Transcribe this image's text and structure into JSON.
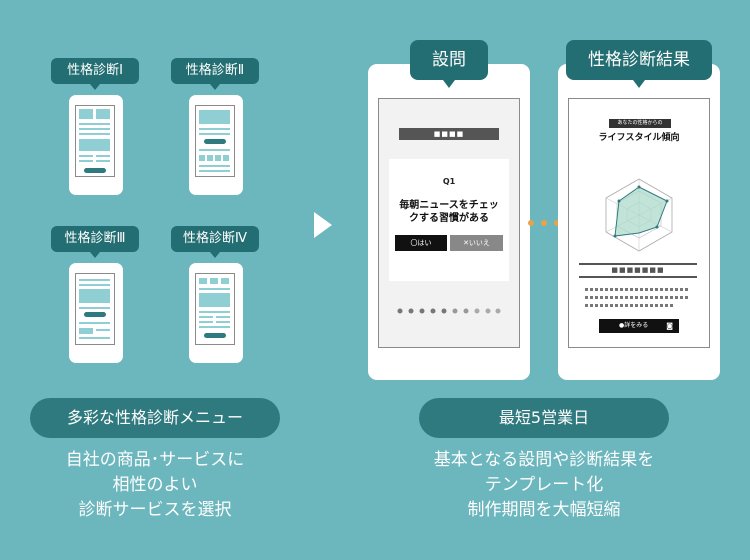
{
  "left": {
    "menus": [
      {
        "label": "性格診断Ⅰ"
      },
      {
        "label": "性格診断Ⅱ"
      },
      {
        "label": "性格診断Ⅲ"
      },
      {
        "label": "性格診断Ⅳ"
      }
    ],
    "pill": "多彩な性格診断メニュー",
    "caption": [
      "自社の商品･サービスに",
      "相性のよい",
      "診断サービスを選択"
    ]
  },
  "right": {
    "question_tag": "設問",
    "result_tag": "性格診断結果",
    "question": {
      "header_dots": "■■■■",
      "q_number": "Q1",
      "q_text": "毎朝ニュースをチェックする習慣がある",
      "yes": "〇はい",
      "no": "✕いいえ"
    },
    "result": {
      "label_small": "あなたの性格からの",
      "title": "ライフスタイル傾向",
      "dots_row": "■■■■■■■",
      "button": "●詳をみる",
      "button_icon": "camera-icon"
    },
    "pill": "最短5営業日",
    "caption": [
      "基本となる設問や診断結果を",
      "テンプレート化",
      "制作期間を大幅短縮"
    ]
  },
  "colors": {
    "background": "#6cb6bd",
    "dark_teal": "#236e72",
    "pill": "#2f7a7f",
    "accent_orange": "#e8a24a"
  }
}
